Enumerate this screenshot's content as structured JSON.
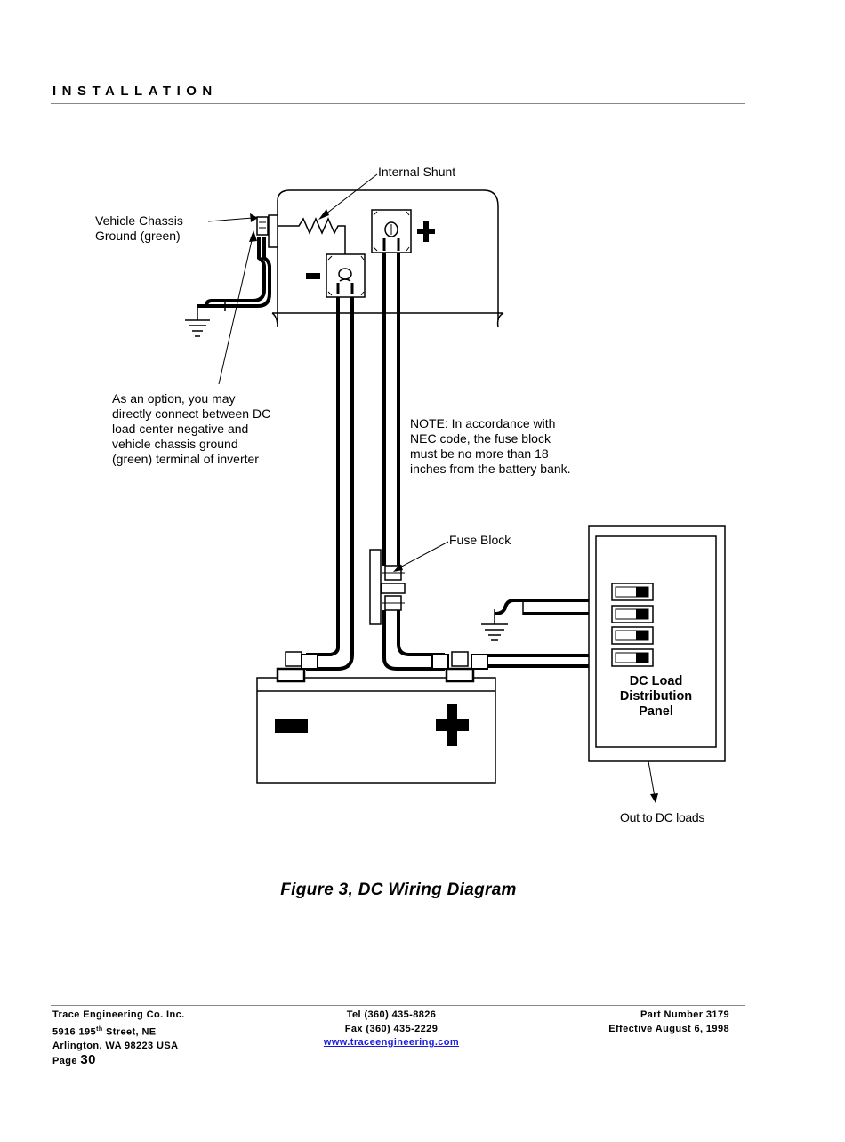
{
  "header": {
    "title": "INSTALLATION"
  },
  "diagram": {
    "labels": {
      "internal_shunt": "Internal Shunt",
      "chassis_ground_1": "Vehicle Chassis",
      "chassis_ground_2": "Ground (green)",
      "option_note": "As an option, you may directly connect between DC load center negative and vehicle chassis ground (green) terminal of inverter",
      "nec_note": "NOTE:  In accordance with NEC code, the fuse block must be no more than 18 inches from the battery bank.",
      "fuse_block": "Fuse Block",
      "panel_1": "DC Load",
      "panel_2": "Distribution",
      "panel_3": "Panel",
      "out_loads": "Out to DC loads"
    }
  },
  "caption": "Figure 3, DC Wiring Diagram",
  "footer": {
    "company": "Trace Engineering Co. Inc.",
    "street_prefix": "5916 195",
    "street_sup": "th",
    "street_suffix": " Street, NE",
    "city": "Arlington, WA 98223 USA",
    "page_label": "Page",
    "page_number": "30",
    "tel": "Tel (360) 435-8826",
    "fax": "Fax (360) 435-2229",
    "website": "www.traceengineering.com",
    "part_number": "Part Number 3179",
    "effective": "Effective August 6, 1998"
  }
}
